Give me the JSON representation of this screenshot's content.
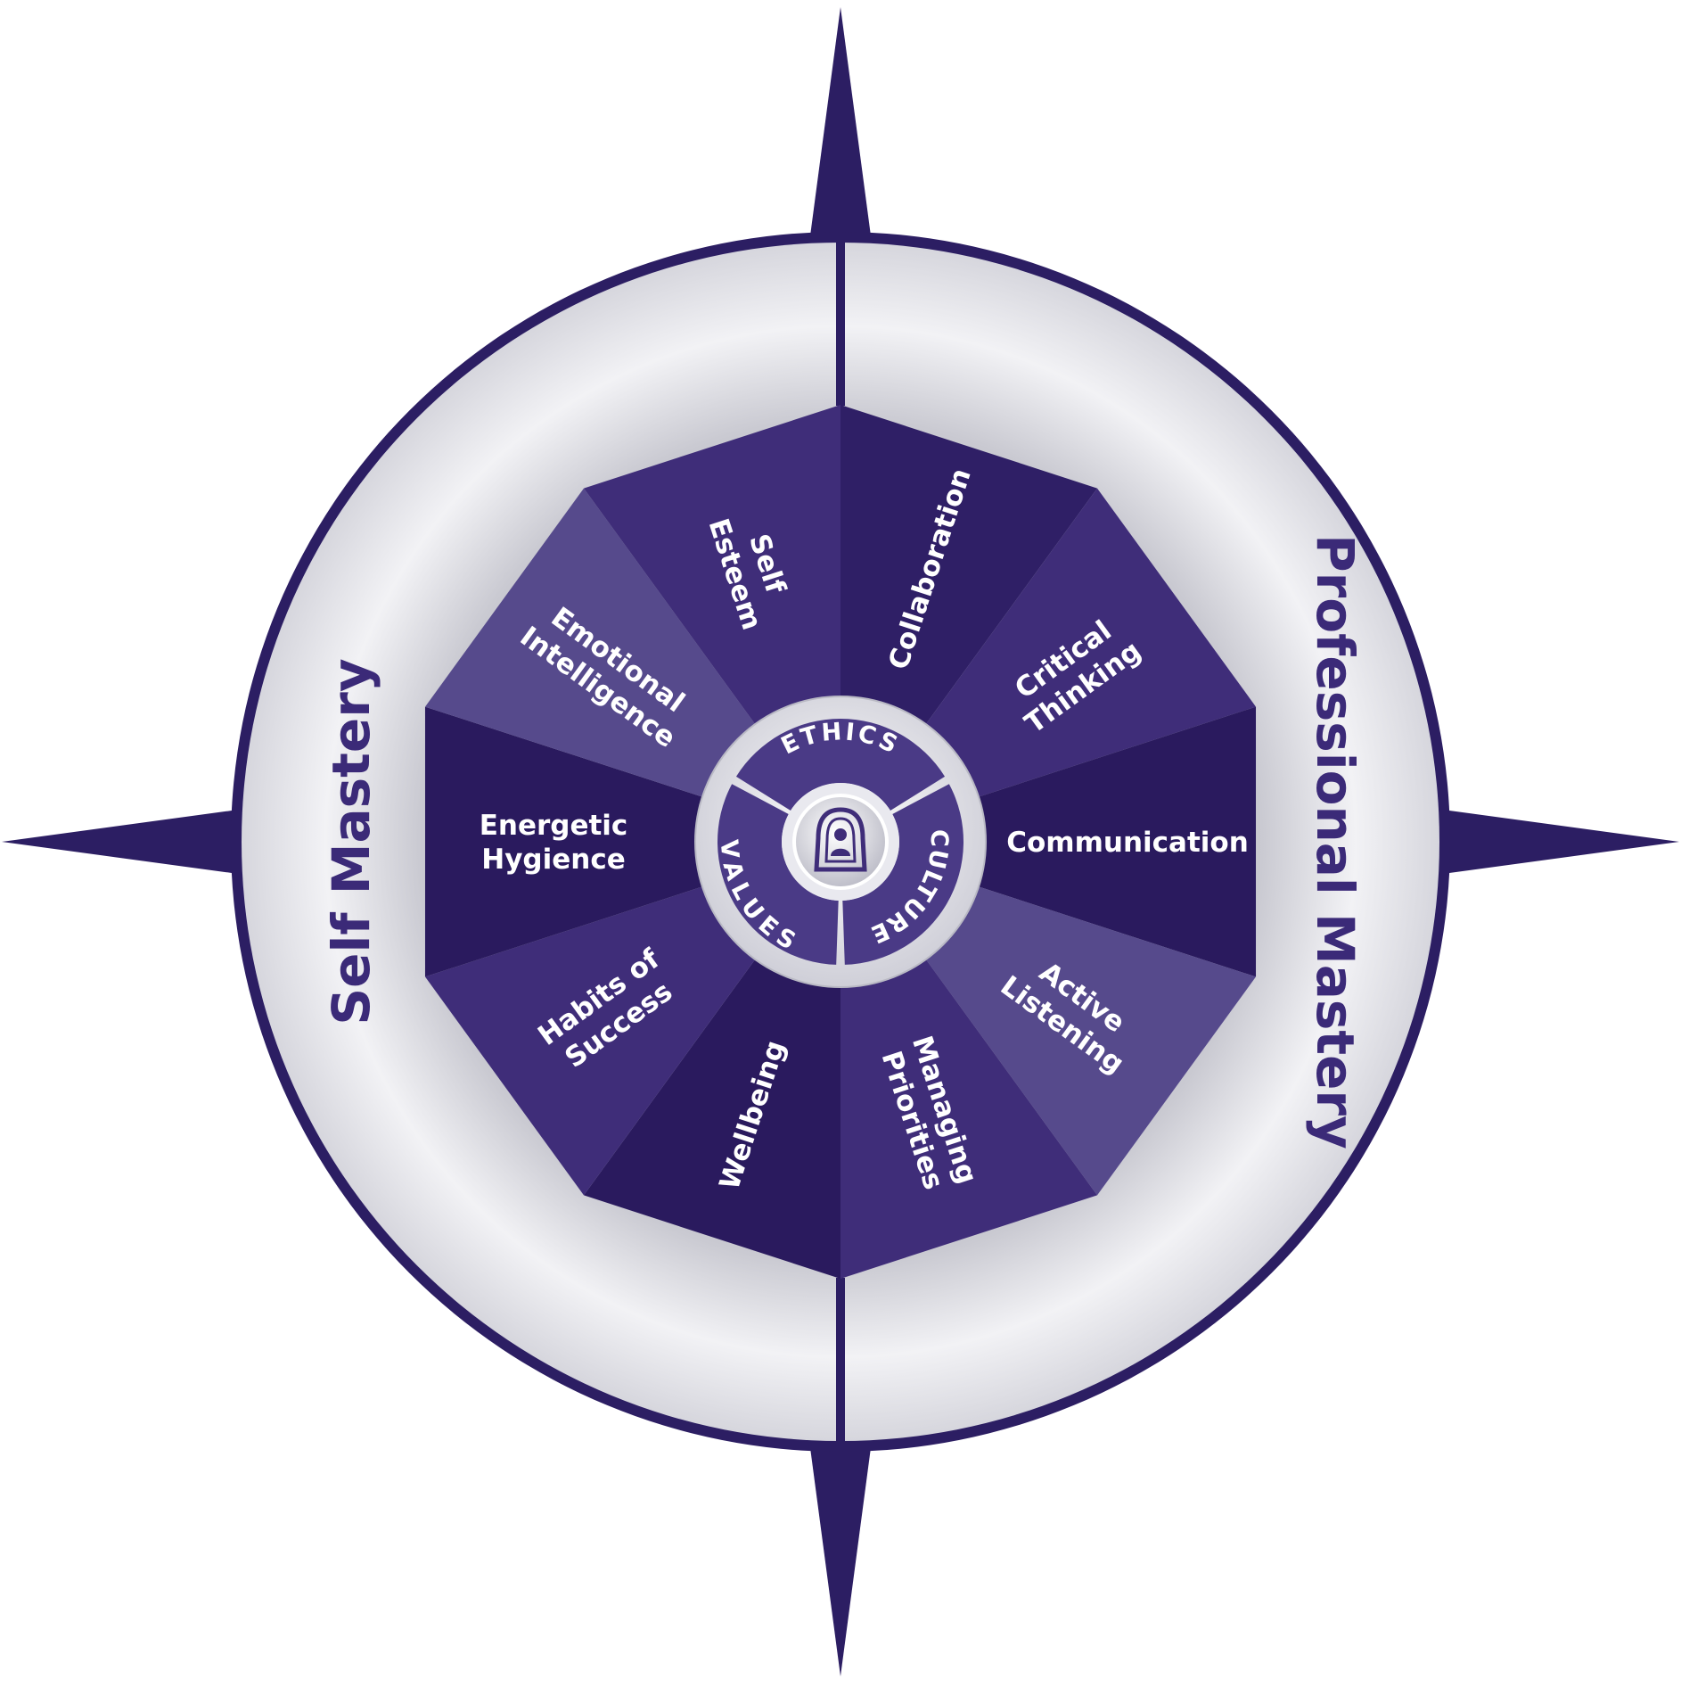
{
  "outer_ring": {
    "left_label": "Self Mastery",
    "right_label": "Professional Mastery"
  },
  "segments": [
    {
      "id": "collaboration",
      "lines": [
        "Collaboration"
      ],
      "color": "#2f1f66"
    },
    {
      "id": "critical-thinking",
      "lines": [
        "Critical",
        "Thinking"
      ],
      "color": "#3f2d79"
    },
    {
      "id": "communication",
      "lines": [
        "Communication"
      ],
      "color": "#2a1a5e"
    },
    {
      "id": "active-listening",
      "lines": [
        "Active",
        "Listening"
      ],
      "color": "#564a8c"
    },
    {
      "id": "managing-priorities",
      "lines": [
        "Managing",
        "Priorities"
      ],
      "color": "#3f2d79"
    },
    {
      "id": "wellbeing",
      "lines": [
        "Wellbeing"
      ],
      "color": "#2a1a5e"
    },
    {
      "id": "habits-of-success",
      "lines": [
        "Habits of",
        "Success"
      ],
      "color": "#3f2d79"
    },
    {
      "id": "energetic-hygience",
      "lines": [
        "Energetic",
        "Hygience"
      ],
      "color": "#2a1a5e"
    },
    {
      "id": "emotional-intelligence",
      "lines": [
        "Emotional",
        "Intelligence"
      ],
      "color": "#564a8c"
    },
    {
      "id": "self-esteem",
      "lines": [
        "Self",
        "Esteem"
      ],
      "color": "#3f2d79"
    }
  ],
  "core": {
    "top_label": "ETHICS",
    "right_label": "CULTURE",
    "left_label": "VALUES",
    "center_icon": "person-lock-icon"
  },
  "colors": {
    "navy": "#2c1e63",
    "ring_light": "#e9e9ef",
    "ring_shadow": "#c9c9d1",
    "text_purple": "#3b2a78"
  }
}
